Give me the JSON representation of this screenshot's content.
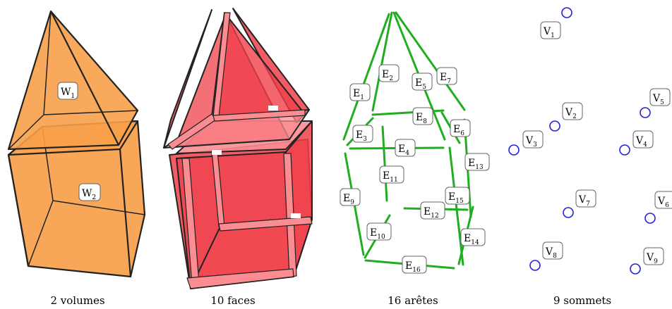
{
  "captions": {
    "volumes": "2 volumes",
    "faces": "10 faces",
    "edges": "16 arêtes",
    "vertices": "9 sommets"
  },
  "colors": {
    "volume_fill": "#f7a04a",
    "volume_edge": "#222222",
    "face_fill": "#f0404a",
    "face_light": "#fb8d92",
    "edge_stroke": "#1fae1f",
    "vertex_stroke": "#2222dd"
  },
  "labels": {
    "volumes": [
      {
        "letter": "W",
        "index": "1"
      },
      {
        "letter": "W",
        "index": "2"
      }
    ],
    "edges": [
      {
        "letter": "E",
        "index": "1"
      },
      {
        "letter": "E",
        "index": "2"
      },
      {
        "letter": "E",
        "index": "5"
      },
      {
        "letter": "E",
        "index": "7"
      },
      {
        "letter": "E",
        "index": "8"
      },
      {
        "letter": "E",
        "index": "3"
      },
      {
        "letter": "E",
        "index": "6"
      },
      {
        "letter": "E",
        "index": "4"
      },
      {
        "letter": "E",
        "index": "13"
      },
      {
        "letter": "E",
        "index": "11"
      },
      {
        "letter": "E",
        "index": "9"
      },
      {
        "letter": "E",
        "index": "15"
      },
      {
        "letter": "E",
        "index": "12"
      },
      {
        "letter": "E",
        "index": "10"
      },
      {
        "letter": "E",
        "index": "14"
      },
      {
        "letter": "E",
        "index": "16"
      }
    ],
    "vertices": [
      {
        "letter": "V",
        "index": "1"
      },
      {
        "letter": "V",
        "index": "2"
      },
      {
        "letter": "V",
        "index": "3"
      },
      {
        "letter": "V",
        "index": "5"
      },
      {
        "letter": "V",
        "index": "4"
      },
      {
        "letter": "V",
        "index": "7"
      },
      {
        "letter": "V",
        "index": "6"
      },
      {
        "letter": "V",
        "index": "8"
      },
      {
        "letter": "V",
        "index": "9"
      }
    ]
  }
}
